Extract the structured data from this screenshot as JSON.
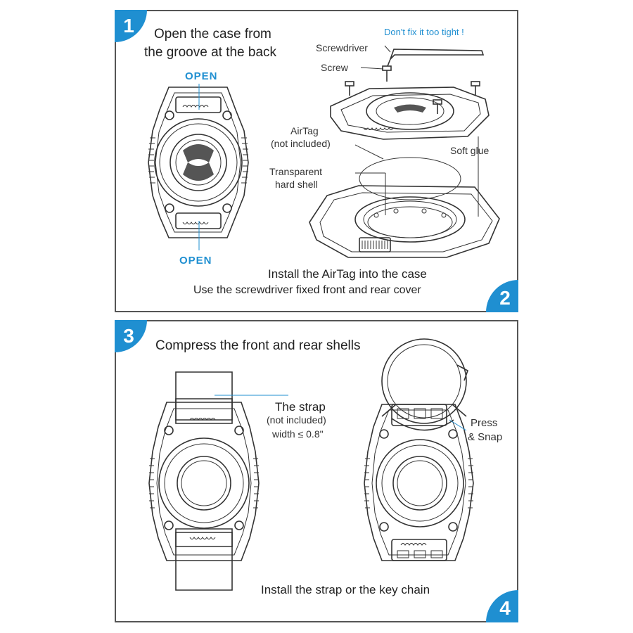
{
  "colors": {
    "accent": "#1f8fd1",
    "line": "#333333",
    "border": "#555555"
  },
  "steps": {
    "s1": {
      "number": "1",
      "line1": "Open the case from",
      "line2": "the groove at the back",
      "open_top": "OPEN",
      "open_bottom": "OPEN"
    },
    "s2": {
      "number": "2",
      "warning": "Don't fix it too tight !",
      "screwdriver": "Screwdriver",
      "screw": "Screw",
      "airtag_line1": "AirTag",
      "airtag_line2": "(not included)",
      "soft_glue": "Soft glue",
      "shell_line1": "Transparent",
      "shell_line2": "hard shell",
      "caption1": "Install  the AirTag into the case",
      "caption2": "Use the screwdriver fixed front and rear cover"
    },
    "s3": {
      "number": "3",
      "title": "Compress the front and rear shells",
      "strap_line1": "The strap",
      "strap_line2": "(not included)",
      "strap_line3": "width ≤ 0.8\""
    },
    "s4": {
      "number": "4",
      "press": "Press",
      "snap": "& Snap",
      "caption": "Install the strap or the key chain"
    }
  }
}
